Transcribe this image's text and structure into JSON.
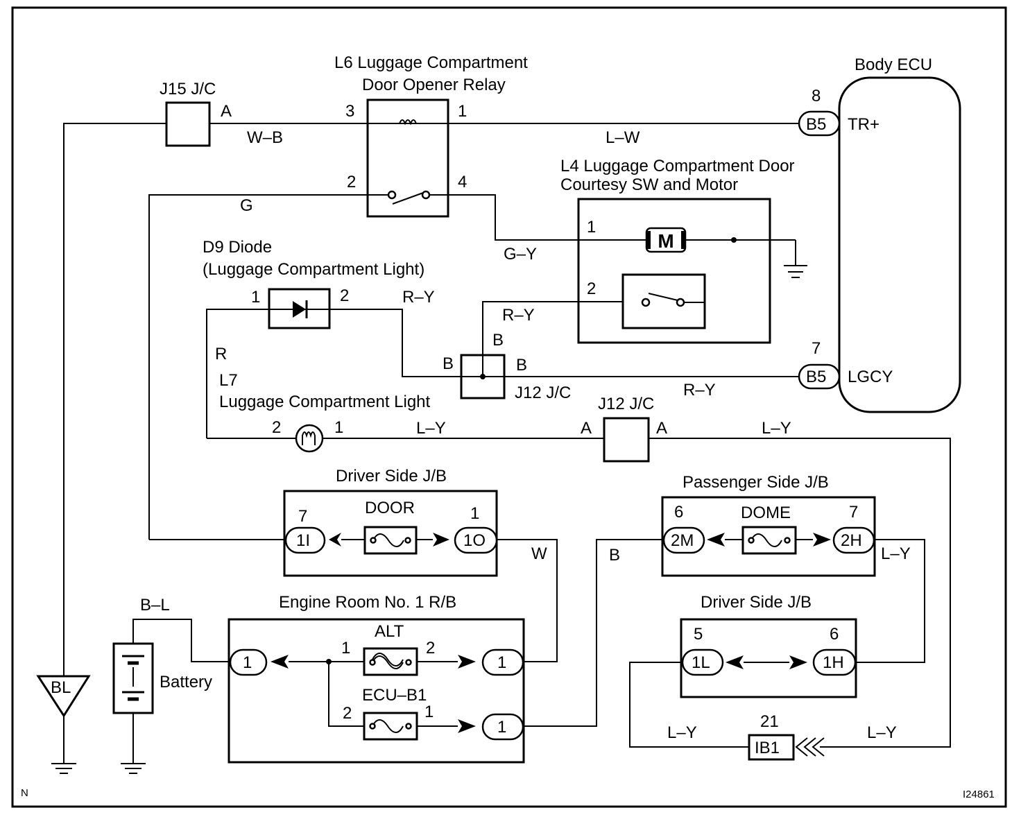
{
  "labels": {
    "j15": "J15 J/C",
    "j15_pin": "A",
    "wb": "W–B",
    "relay_title_1": "L6 Luggage Compartment",
    "relay_title_2": "Door Opener Relay",
    "relay_pin3": "3",
    "relay_pin1": "1",
    "relay_pin2": "2",
    "relay_pin4": "4",
    "lw": "L–W",
    "g": "G",
    "ecu_title": "Body ECU",
    "ecu_pin8": "8",
    "b5_top": "B5",
    "trp": "TR+",
    "ecu_pin7": "7",
    "b5_bot": "B5",
    "lgcy": "LGCY",
    "l4_title_1": "L4 Luggage Compartment Door",
    "l4_title_2": "Courtesy SW and Motor",
    "l4_pin1": "1",
    "l4_pin2": "2",
    "motor": "M",
    "gy": "G–Y",
    "d9_title_1": "D9 Diode",
    "d9_title_2": "(Luggage Compartment Light)",
    "d9_pin1": "1",
    "d9_pin2": "2",
    "ry_a": "R–Y",
    "ry_b": "R–Y",
    "ry_c": "R–Y",
    "r": "R",
    "b_top": "B",
    "b_left": "B",
    "b_right": "B",
    "j12_a": "J12 J/C",
    "j12_b": "J12 J/C",
    "l7_1": "L7",
    "l7_2": "Luggage Compartment Light",
    "l7_pin2": "2",
    "l7_pin1": "1",
    "ly_a": "L–Y",
    "ly_b": "L–Y",
    "a_left": "A",
    "a_right": "A",
    "djb_title": "Driver Side J/B",
    "djb_pin7": "7",
    "djb_pin1": "1",
    "djb_c1": "1I",
    "djb_c2": "1O",
    "door": "DOOR",
    "w": "W",
    "pjb_title": "Passenger Side J/B",
    "pjb_pin6": "6",
    "pjb_pin7": "7",
    "pjb_c1": "2M",
    "pjb_c2": "2H",
    "dome": "DOME",
    "b_pjb": "B",
    "ly_pjb": "L–Y",
    "bl": "B–L",
    "battery": "Battery",
    "er_title": "Engine Room No. 1 R/B",
    "er_c1": "1",
    "er_c2": "1",
    "er_c3": "1",
    "alt": "ALT",
    "alt_pin1": "1",
    "alt_pin2": "2",
    "ecub1": "ECU–B1",
    "ecub1_pin2": "2",
    "ecub1_pin1": "1",
    "djb2_title": "Driver Side J/B",
    "djb2_pin5": "5",
    "djb2_pin6": "6",
    "djb2_c1": "1L",
    "djb2_c2": "1H",
    "ly_c": "L–Y",
    "ly_d": "L–Y",
    "ib1_num": "21",
    "ib1": "IB1",
    "bl_gnd": "BL",
    "corner_n": "N",
    "fig_id": "I24861"
  }
}
